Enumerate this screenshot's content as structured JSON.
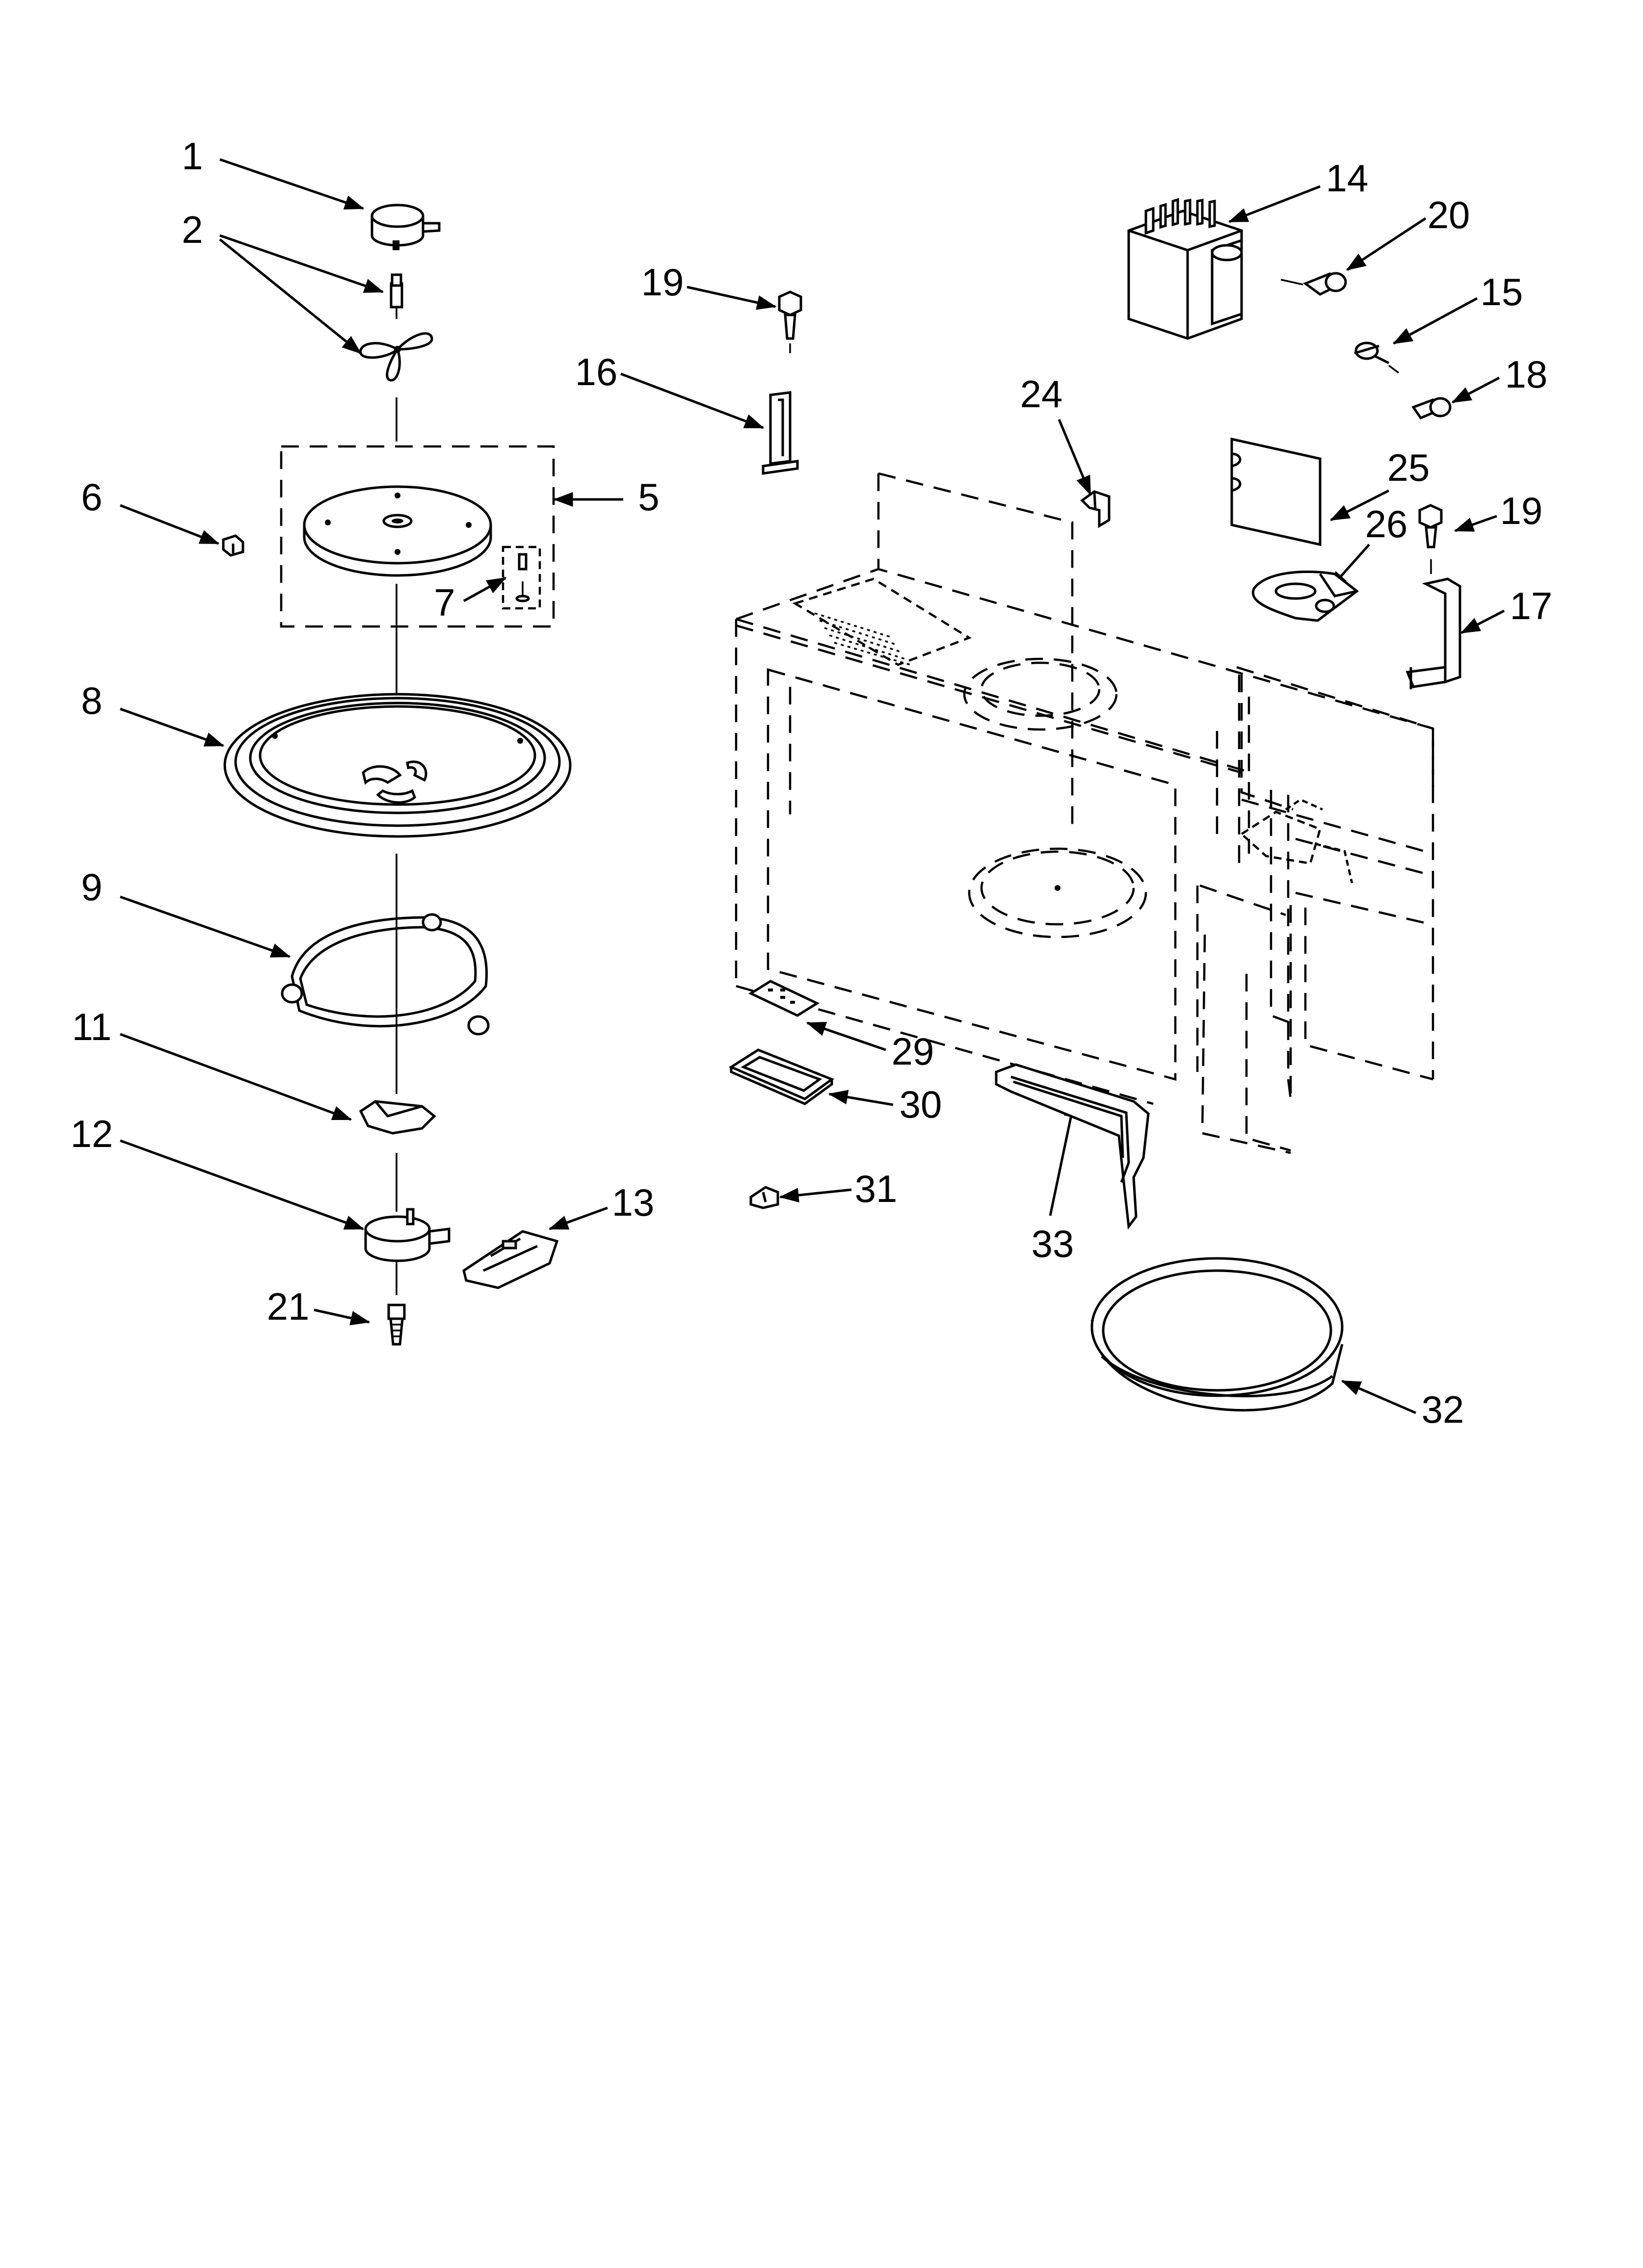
{
  "callouts": [
    {
      "id": "1",
      "label": "1"
    },
    {
      "id": "2",
      "label": "2"
    },
    {
      "id": "5",
      "label": "5"
    },
    {
      "id": "6",
      "label": "6"
    },
    {
      "id": "7",
      "label": "7"
    },
    {
      "id": "8",
      "label": "8"
    },
    {
      "id": "9",
      "label": "9"
    },
    {
      "id": "11",
      "label": "11"
    },
    {
      "id": "12",
      "label": "12"
    },
    {
      "id": "13",
      "label": "13"
    },
    {
      "id": "14",
      "label": "14"
    },
    {
      "id": "15",
      "label": "15"
    },
    {
      "id": "16",
      "label": "16"
    },
    {
      "id": "17",
      "label": "17"
    },
    {
      "id": "18",
      "label": "18"
    },
    {
      "id": "19a",
      "label": "19"
    },
    {
      "id": "19b",
      "label": "19"
    },
    {
      "id": "20",
      "label": "20"
    },
    {
      "id": "21",
      "label": "21"
    },
    {
      "id": "24",
      "label": "24"
    },
    {
      "id": "25",
      "label": "25"
    },
    {
      "id": "26",
      "label": "26"
    },
    {
      "id": "29",
      "label": "29"
    },
    {
      "id": "30",
      "label": "30"
    },
    {
      "id": "31",
      "label": "31"
    },
    {
      "id": "32",
      "label": "32"
    },
    {
      "id": "33",
      "label": "33"
    }
  ]
}
